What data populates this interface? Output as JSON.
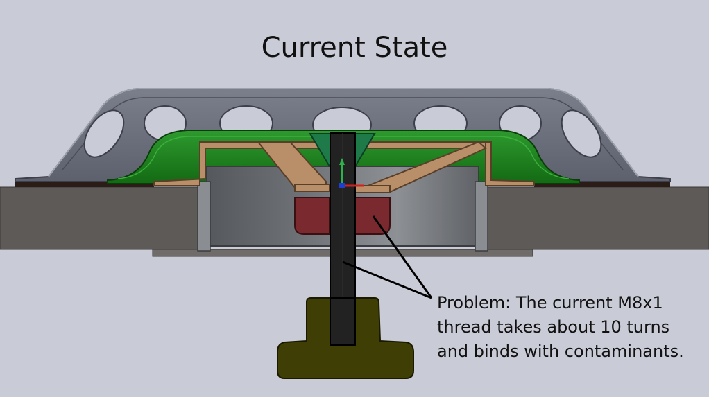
{
  "title": "Current State",
  "callout": {
    "lines": [
      "Problem: The current M8x1",
      "thread takes about 10 turns",
      "and binds with contaminants."
    ]
  },
  "colors": {
    "background": "#c9ccd6",
    "panel": "#5e5a57",
    "green_seal": "#1f7f1f",
    "bronze_spring": "#b98f6a",
    "red_nut": "#7a2a2e",
    "screw": "#222222",
    "knob": "#3f3f05",
    "cage": "#6e7280"
  }
}
